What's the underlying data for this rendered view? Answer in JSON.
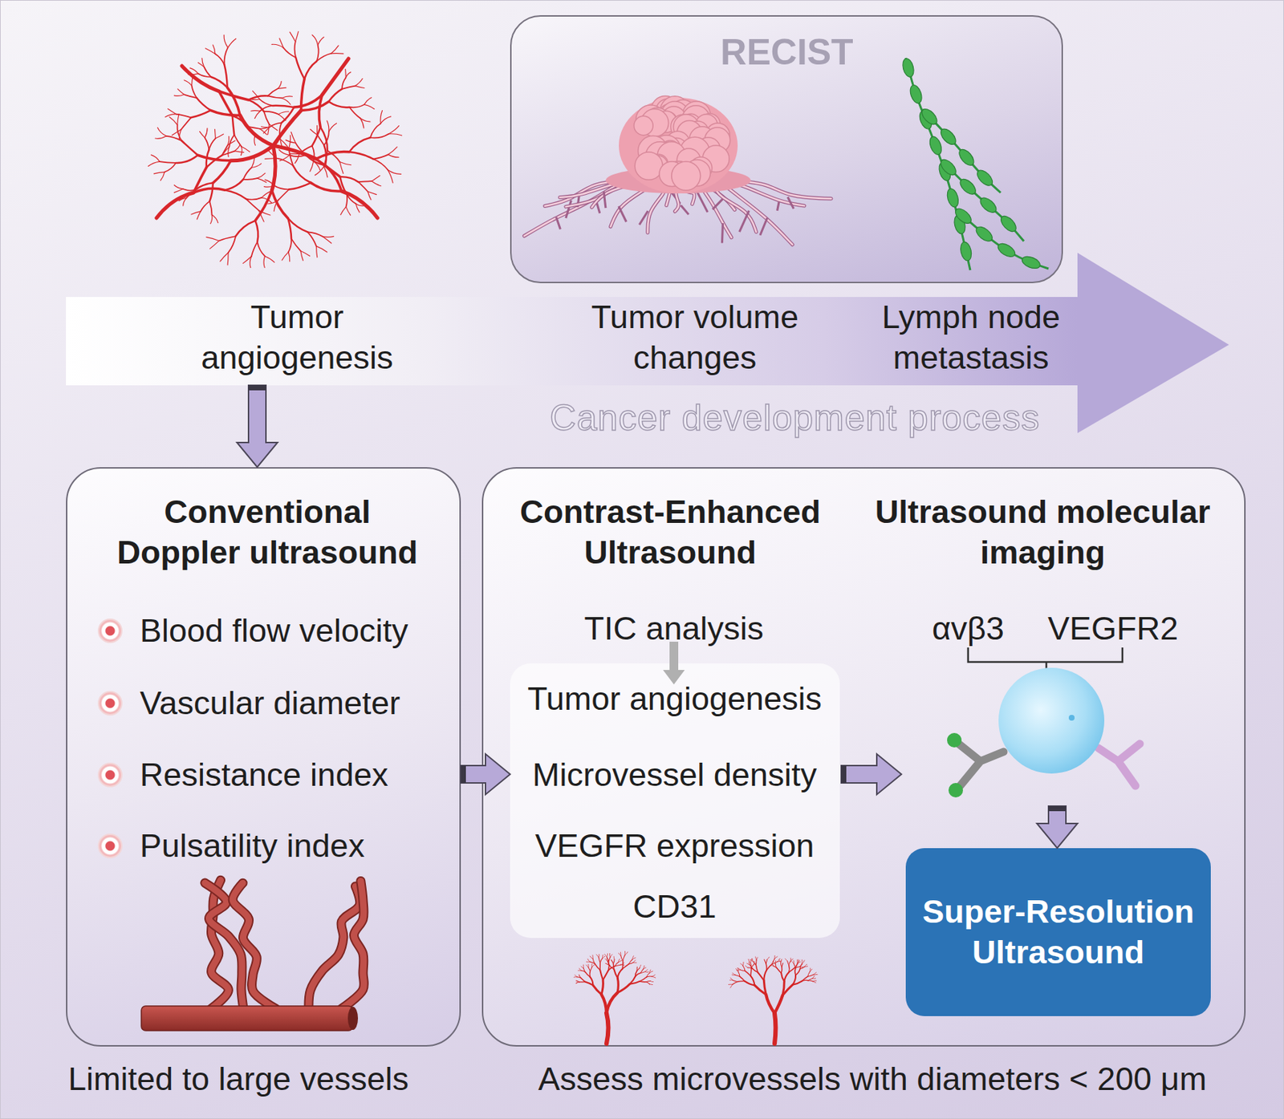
{
  "diagram": {
    "nodes": [
      {
        "text": [
          "RECIST"
        ]
      },
      {
        "text": [
          "Tumor angiogenesis",
          "Tumor volume changes",
          "Lymph node metastasis",
          "Cancer development process"
        ]
      },
      {
        "text": [
          "Conventional Doppler ultrasound",
          "Blood flow velocity",
          "Vascular diameter",
          "Resistance index",
          "Pulsatility index"
        ]
      },
      {
        "text": [
          "Contrast-Enhanced Ultrasound",
          "TIC analysis",
          "Ultrasound molecular imaging"
        ]
      },
      {
        "text": [
          "Tumor angiogenesis",
          "Microvessel density",
          "VEGFR expression",
          "CD31"
        ],
        "in": 3
      },
      {
        "text": [
          "Super-Resolution Ultrasound"
        ],
        "in": 3
      }
    ],
    "edges": [
      {
        "from": 1,
        "to": 2,
        "arrow": "to"
      },
      {
        "from": 2,
        "to": 4,
        "arrow": "to"
      }
    ],
    "labels": [
      "αvβ3",
      "VEGFR2",
      "Limited to large vessels",
      "Assess microvessels with diameters < 200 μm"
    ]
  }
}
